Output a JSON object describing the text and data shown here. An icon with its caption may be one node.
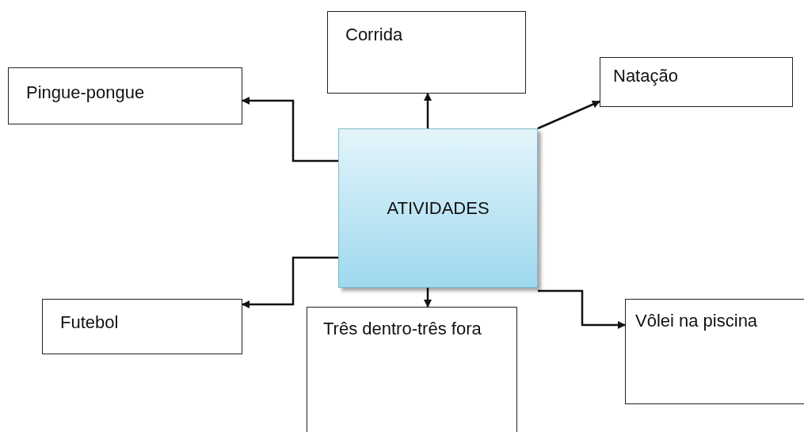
{
  "diagram": {
    "nodes": [
      {
        "text": [
          "ATIVIDADES"
        ]
      },
      {
        "text": [
          "Pingue-pongue"
        ]
      },
      {
        "text": [
          "Corrida"
        ]
      },
      {
        "text": [
          "Natação"
        ]
      },
      {
        "text": [
          "Futebol"
        ]
      },
      {
        "text": [
          "Três dentro-três fora"
        ]
      },
      {
        "text": [
          "Vôlei na piscina"
        ]
      }
    ],
    "edges": [
      {
        "from": 0,
        "to": 1,
        "arrow": "to"
      },
      {
        "from": 0,
        "to": 2,
        "arrow": "to"
      },
      {
        "from": 0,
        "to": 3,
        "arrow": "to"
      },
      {
        "from": 0,
        "to": 4,
        "arrow": "to"
      },
      {
        "from": 0,
        "to": 5,
        "arrow": "to"
      },
      {
        "from": 0,
        "to": 6,
        "arrow": "to"
      }
    ]
  }
}
